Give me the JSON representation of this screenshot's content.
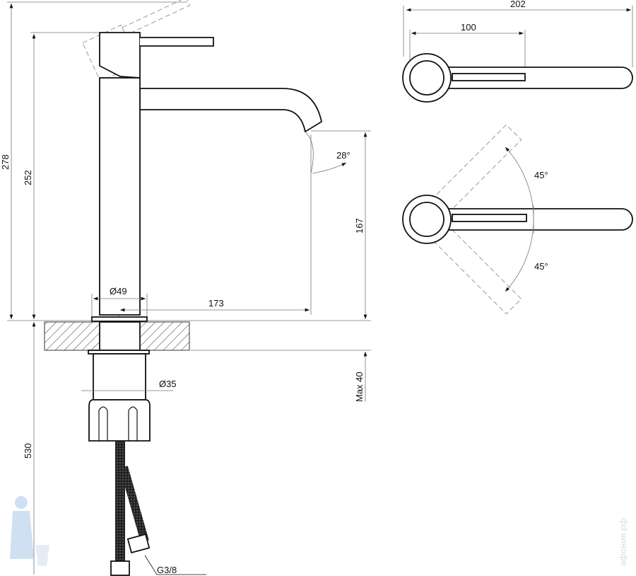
{
  "dimensions": {
    "total_height": "278",
    "body_height": "252",
    "spout_height": "167",
    "spout_reach": "173",
    "body_diameter": "Ø49",
    "shank_diameter": "Ø35",
    "max_counter_thickness": "Max 40",
    "hose_length": "530",
    "hose_thread": "G3/8",
    "spout_angle": "28°",
    "top_width": "202",
    "lever_length": "100",
    "lever_rotation_up": "45°",
    "lever_rotation_down": "45°"
  },
  "watermark": "афония.рф",
  "colors": {
    "line": "#111111",
    "dimension": "#777777",
    "logo": "#a8c8e8"
  }
}
